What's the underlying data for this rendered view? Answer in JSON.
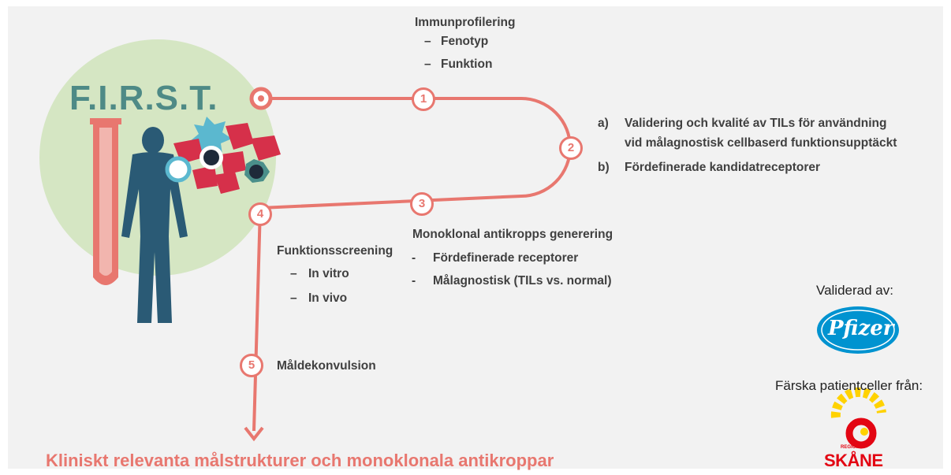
{
  "title": "F.I.R.S.T.",
  "steps": {
    "s1": {
      "num": "1",
      "heading": "Immunprofilering",
      "items": [
        "Fenotyp",
        "Funktion"
      ]
    },
    "s2": {
      "num": "2",
      "a_marker": "a)",
      "a_line1": "Validering och kvalité av TILs för användning",
      "a_line2": "vid målagnostisk cellbaserd funktionsupptäckt",
      "b_marker": "b)",
      "b_text": "Fördefinerade kandidatreceptorer"
    },
    "s3": {
      "num": "3",
      "heading": "Monoklonal antikropps generering",
      "items": [
        "Fördefinerade receptorer",
        "Målagnostisk (TILs vs. normal)"
      ]
    },
    "s4": {
      "num": "4",
      "heading": "Funktionsscreening",
      "items": [
        "In vitro",
        "In vivo"
      ]
    },
    "s5": {
      "num": "5",
      "heading": "Måldekonvulsion"
    }
  },
  "dash": "–",
  "hyphen": "-",
  "footer": "Kliniskt relevanta målstrukturer och monoklonala antikroppar",
  "partners": {
    "validated_label": "Validerad av:",
    "pfizer_logo_text": "Pfizer",
    "cells_label": "Färska patientceller från:",
    "skane_region": "REGION",
    "skane_name": "SKÅNE"
  },
  "colors": {
    "accent": "#e8776f",
    "teal": "#4e8a86",
    "green_circle": "#d5e6c3",
    "pfizer_blue": "#0093d0",
    "skane_yellow": "#ffd200",
    "skane_red": "#e30613"
  }
}
